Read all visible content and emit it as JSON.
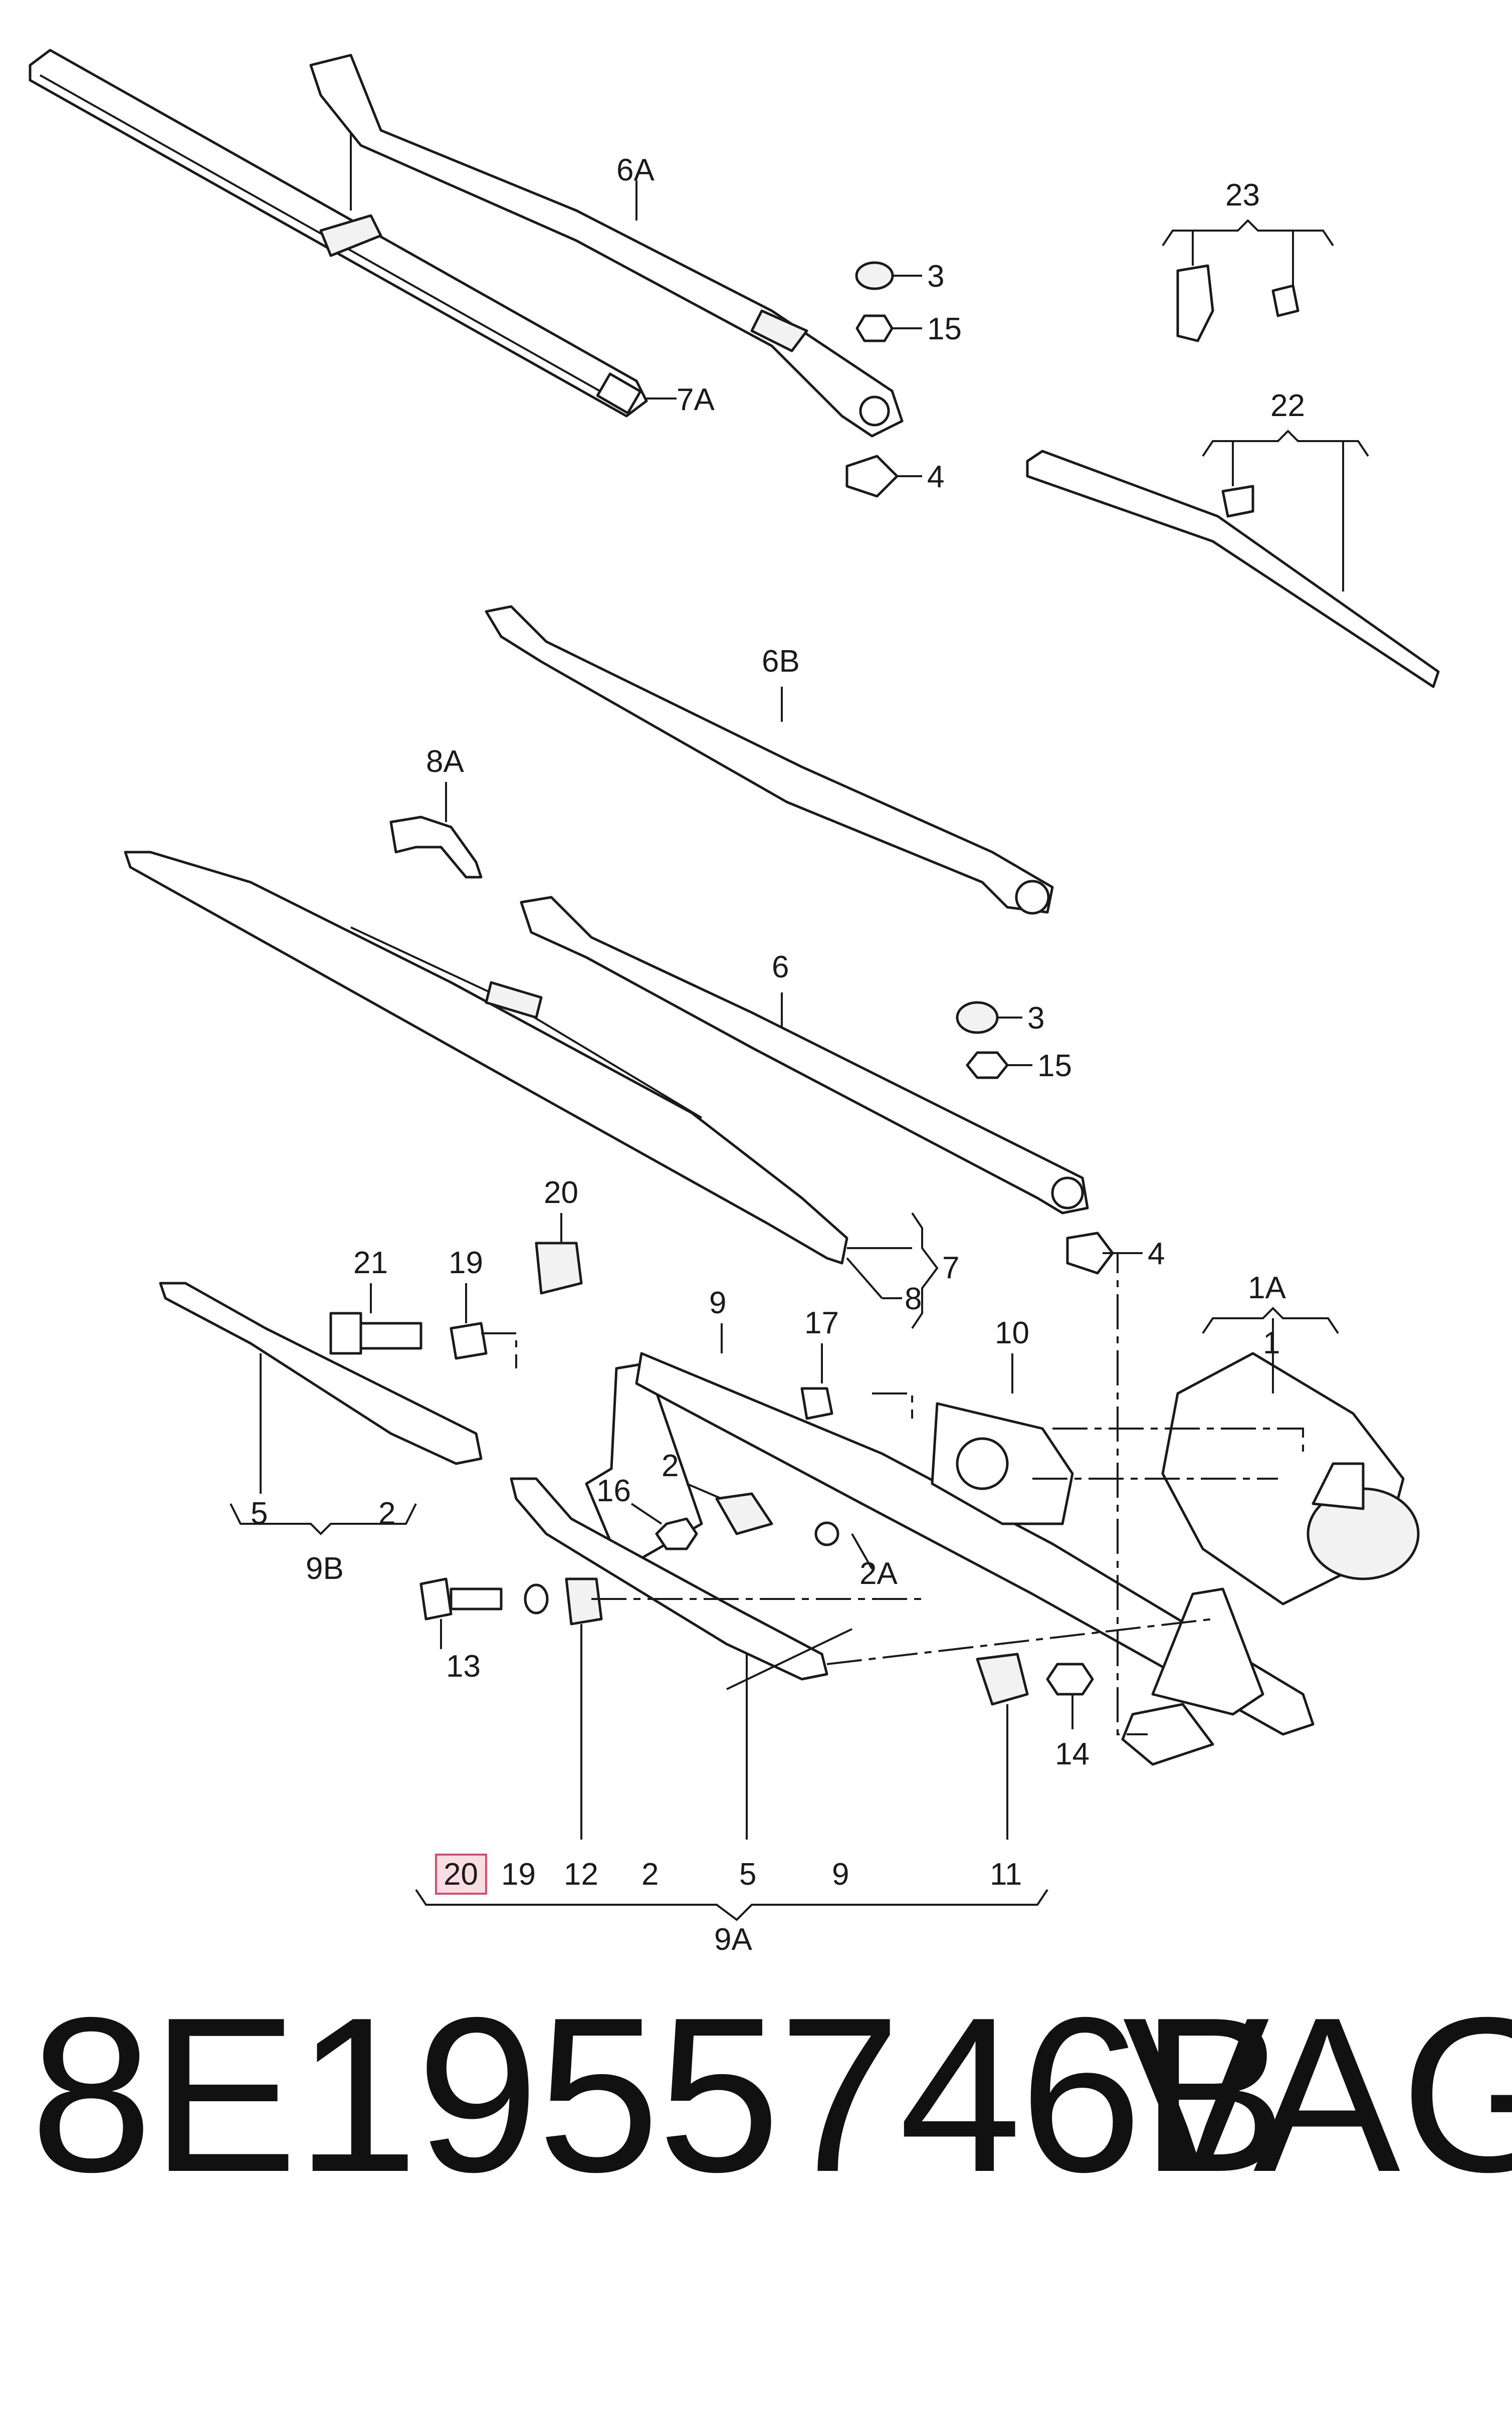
{
  "callouts": {
    "c3a": "3",
    "c15a": "15",
    "c4a": "4",
    "c6A": "6A",
    "c7A": "7A",
    "c23": "23",
    "c22": "22",
    "c6B": "6B",
    "c8A": "8A",
    "c6": "6",
    "c3b": "3",
    "c15b": "15",
    "c4b": "4",
    "c7": "7",
    "c8": "8",
    "c1A": "1A",
    "c1": "1",
    "c20": "20",
    "c21": "21",
    "c19": "19",
    "c9": "9",
    "c17": "17",
    "c10": "10",
    "c2": "2",
    "c16": "16",
    "c2A": "2A",
    "c5b": "5",
    "c2b": "2",
    "c9B": "9B",
    "c13": "13",
    "c14": "14",
    "r20": "20",
    "r19": "19",
    "r12": "12",
    "r2": "2",
    "r5": "5",
    "r9": "9",
    "r11": "11",
    "c9A": "9A"
  },
  "footer": {
    "part_number": "8E1955746B",
    "brand": "VAG"
  }
}
